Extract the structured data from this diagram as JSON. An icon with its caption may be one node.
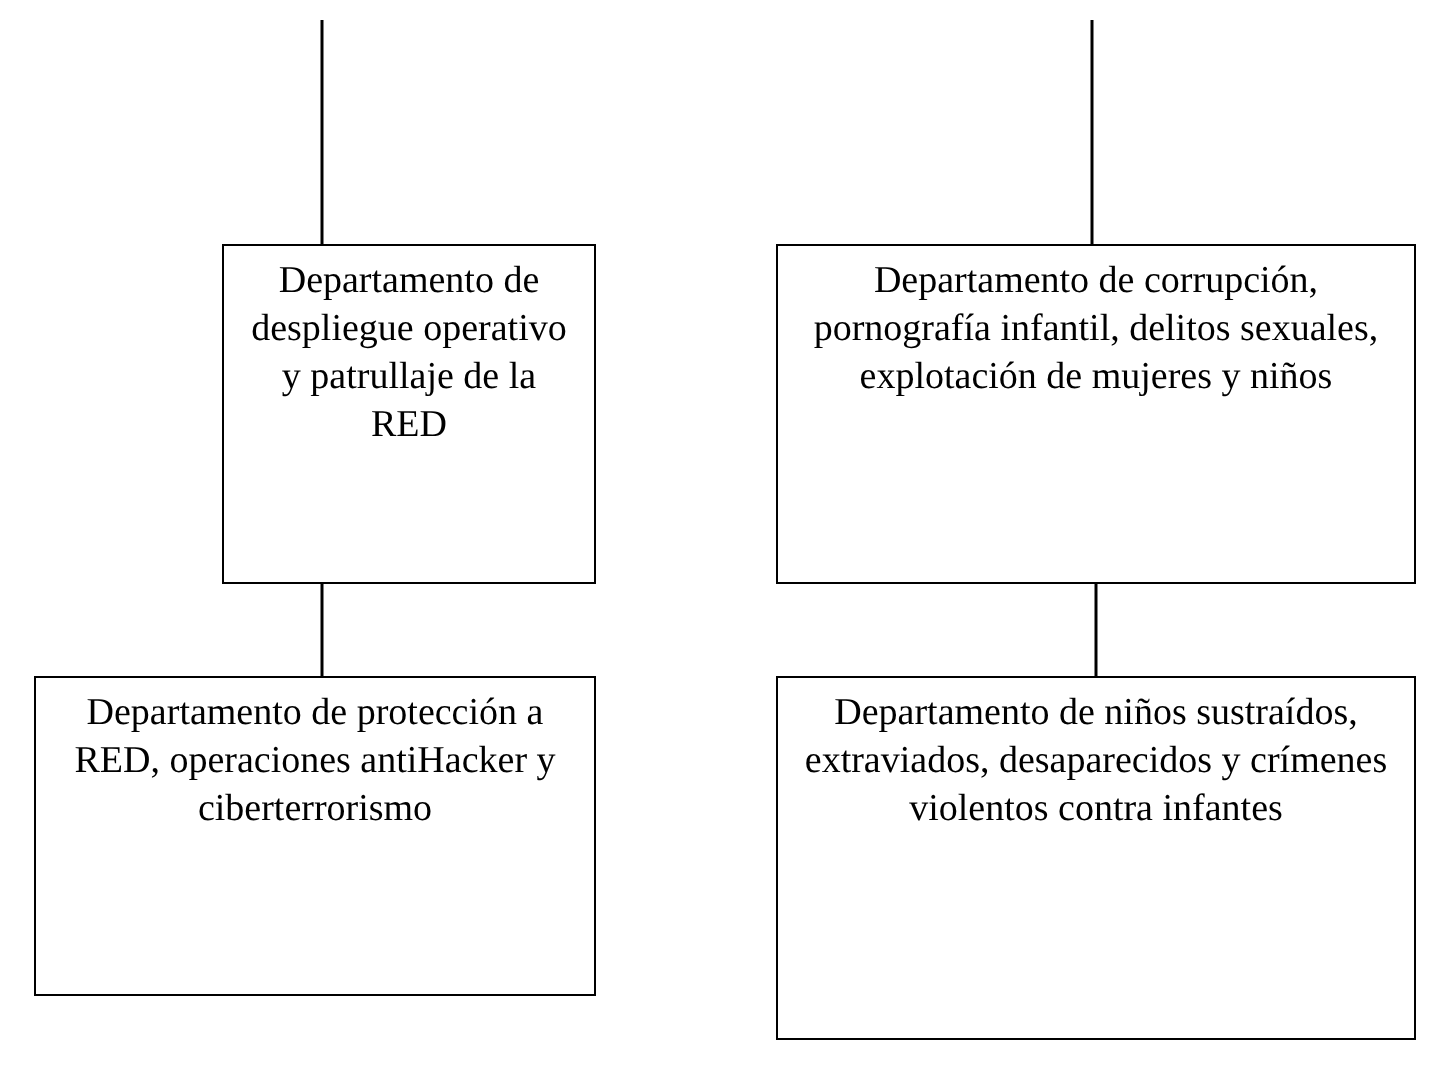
{
  "diagram": {
    "nodes": [
      {
        "text": [
          "Departamento de despliegue operativo y patrullaje de la RED"
        ]
      },
      {
        "text": [
          "Departamento de protección a RED, operaciones antiHacker y ciberterrorismo"
        ]
      },
      {
        "text": [
          "Departamento de corrupción, pornografía infantil, delitos sexuales, explotación de mujeres y niños"
        ]
      },
      {
        "text": [
          "Departamento de niños sustraídos, extraviados, desaparecidos y crímenes violentos contra infantes"
        ]
      }
    ],
    "edges": [
      {
        "from": null,
        "to": 0,
        "arrow": "none"
      },
      {
        "from": 0,
        "to": 1,
        "arrow": "none"
      },
      {
        "from": null,
        "to": 2,
        "arrow": "none"
      },
      {
        "from": 2,
        "to": 3,
        "arrow": "none"
      }
    ]
  }
}
